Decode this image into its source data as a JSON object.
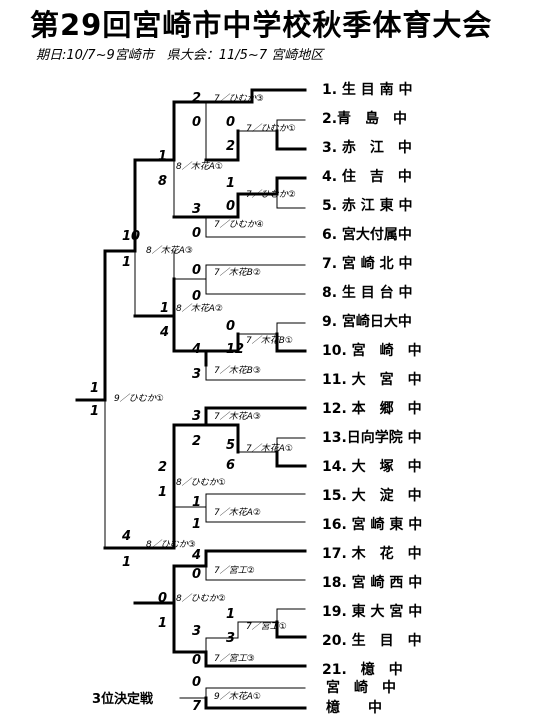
{
  "title": "第29回宮崎市中学校秋季体育大会",
  "subtitle": "期日:10/7~9宮崎市　県大会：11/5~7 宮崎地区",
  "third_place_label": "3位決定戦",
  "teams": [
    "1. 生 目 南 中",
    "2.青　島　中",
    "3. 赤　江　中",
    "4. 住　吉　中",
    "5. 赤 江 東 中",
    "6. 宮大付属中",
    "7. 宮 崎 北 中",
    "8. 生 目 台 中",
    "9. 宮崎日大中",
    "10. 宮　崎　中",
    "11. 大　宮　中",
    "12. 本　郷　中",
    "13.日向学院 中",
    "14. 大　塚　中",
    "15. 大　淀　中",
    "16. 宮 崎 東 中",
    "17. 木　花　中",
    "18. 宮 崎 西 中",
    "19. 東 大 宮 中",
    "20. 生　目　中",
    "21.　檍　中"
  ],
  "third_place_teams": [
    "宮　崎　中",
    "檍　　中"
  ],
  "scores": [
    "2",
    "0",
    "0",
    "2",
    "1",
    "8",
    "1",
    "0",
    "3",
    "0",
    "10",
    "1",
    "0",
    "0",
    "1",
    "4",
    "0",
    "12",
    "4",
    "3",
    "1",
    "1",
    "3",
    "2",
    "5",
    "6",
    "2",
    "1",
    "1",
    "1",
    "4",
    "1",
    "4",
    "0",
    "0",
    "1",
    "1",
    "3",
    "3",
    "0",
    "7"
  ],
  "notes": [
    "7／ひむか③",
    "7／ひむか①",
    "8／木花A①",
    "7／ひむか②",
    "7／ひむか④",
    "8／木花A③",
    "7／木花B②",
    "8／木花A②",
    "7／木花B①",
    "7／木花B③",
    "9／ひむか①",
    "7／木花A③",
    "7／木花A①",
    "8／ひむか①",
    "7／木花A②",
    "8／ひむか③",
    "7／宮工②",
    "8／ひむか②",
    "7／宮工①",
    "7／宮工③",
    "9／木花A①"
  ]
}
